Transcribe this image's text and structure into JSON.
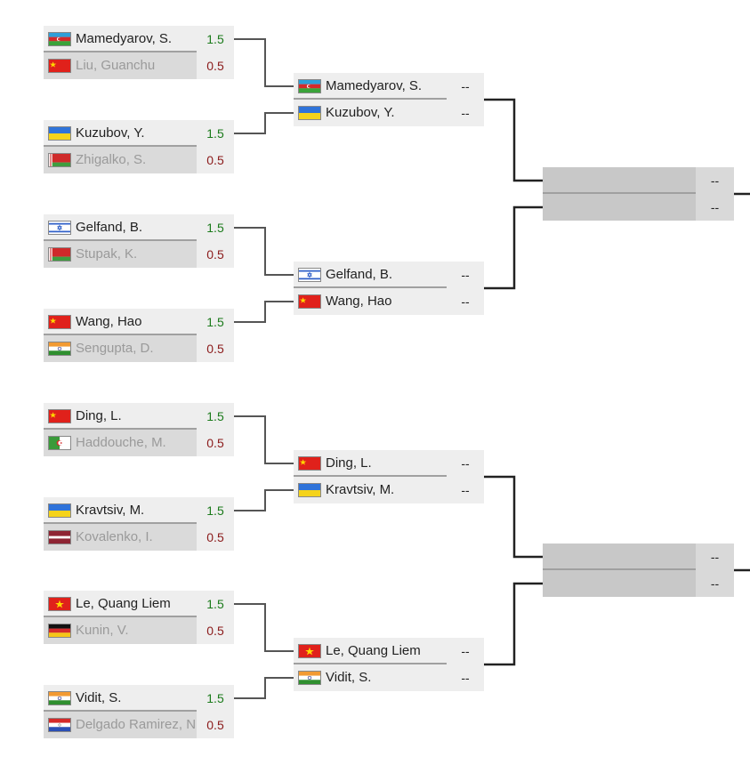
{
  "colors": {
    "win_score": "#1a7a1a",
    "lose_score": "#8b1a1a",
    "row_bg": "#eeeeee",
    "row_bg_alt": "#dadada",
    "empty_bg": "#c8c8c8",
    "line": "#555555",
    "bracket_line": "#222222"
  },
  "round1": [
    {
      "players": [
        {
          "name": "Mamedyarov, S.",
          "flag": "azerbaijan-flag-icon",
          "score": "1.5",
          "result": "win"
        },
        {
          "name": "Liu, Guanchu",
          "flag": "china-flag-icon",
          "score": "0.5",
          "result": "lose"
        }
      ]
    },
    {
      "players": [
        {
          "name": "Kuzubov, Y.",
          "flag": "ukraine-flag-icon",
          "score": "1.5",
          "result": "win"
        },
        {
          "name": "Zhigalko, S.",
          "flag": "belarus-flag-icon",
          "score": "0.5",
          "result": "lose"
        }
      ]
    },
    {
      "players": [
        {
          "name": "Gelfand, B.",
          "flag": "israel-flag-icon",
          "score": "1.5",
          "result": "win"
        },
        {
          "name": "Stupak, K.",
          "flag": "belarus-flag-icon",
          "score": "0.5",
          "result": "lose"
        }
      ]
    },
    {
      "players": [
        {
          "name": "Wang, Hao",
          "flag": "china-flag-icon",
          "score": "1.5",
          "result": "win"
        },
        {
          "name": "Sengupta, D.",
          "flag": "india-flag-icon",
          "score": "0.5",
          "result": "lose"
        }
      ]
    },
    {
      "players": [
        {
          "name": "Ding, L.",
          "flag": "china-flag-icon",
          "score": "1.5",
          "result": "win"
        },
        {
          "name": "Haddouche, M.",
          "flag": "algeria-flag-icon",
          "score": "0.5",
          "result": "lose"
        }
      ]
    },
    {
      "players": [
        {
          "name": "Kravtsiv, M.",
          "flag": "ukraine-flag-icon",
          "score": "1.5",
          "result": "win"
        },
        {
          "name": "Kovalenko, I.",
          "flag": "latvia-flag-icon",
          "score": "0.5",
          "result": "lose"
        }
      ]
    },
    {
      "players": [
        {
          "name": "Le, Quang Liem",
          "flag": "vietnam-flag-icon",
          "score": "1.5",
          "result": "win"
        },
        {
          "name": "Kunin, V.",
          "flag": "germany-flag-icon",
          "score": "0.5",
          "result": "lose"
        }
      ]
    },
    {
      "players": [
        {
          "name": "Vidit, S.",
          "flag": "india-flag-icon",
          "score": "1.5",
          "result": "win"
        },
        {
          "name": "Delgado Ramirez, N.",
          "flag": "paraguay-flag-icon",
          "score": "0.5",
          "result": "lose"
        }
      ]
    }
  ],
  "round2": [
    {
      "players": [
        {
          "name": "Mamedyarov, S.",
          "flag": "azerbaijan-flag-icon",
          "score": "--",
          "result": "pending"
        },
        {
          "name": "Kuzubov, Y.",
          "flag": "ukraine-flag-icon",
          "score": "--",
          "result": "pending"
        }
      ]
    },
    {
      "players": [
        {
          "name": "Gelfand, B.",
          "flag": "israel-flag-icon",
          "score": "--",
          "result": "pending"
        },
        {
          "name": "Wang, Hao",
          "flag": "china-flag-icon",
          "score": "--",
          "result": "pending"
        }
      ]
    },
    {
      "players": [
        {
          "name": "Ding, L.",
          "flag": "china-flag-icon",
          "score": "--",
          "result": "pending"
        },
        {
          "name": "Kravtsiv, M.",
          "flag": "ukraine-flag-icon",
          "score": "--",
          "result": "pending"
        }
      ]
    },
    {
      "players": [
        {
          "name": "Le, Quang Liem",
          "flag": "vietnam-flag-icon",
          "score": "--",
          "result": "pending"
        },
        {
          "name": "Vidit, S.",
          "flag": "india-flag-icon",
          "score": "--",
          "result": "pending"
        }
      ]
    }
  ],
  "round3": [
    {
      "players": [
        {
          "name": "",
          "flag": "",
          "score": "--",
          "result": "empty"
        },
        {
          "name": "",
          "flag": "",
          "score": "--",
          "result": "empty"
        }
      ]
    },
    {
      "players": [
        {
          "name": "",
          "flag": "",
          "score": "--",
          "result": "empty"
        },
        {
          "name": "",
          "flag": "",
          "score": "--",
          "result": "empty"
        }
      ]
    }
  ]
}
